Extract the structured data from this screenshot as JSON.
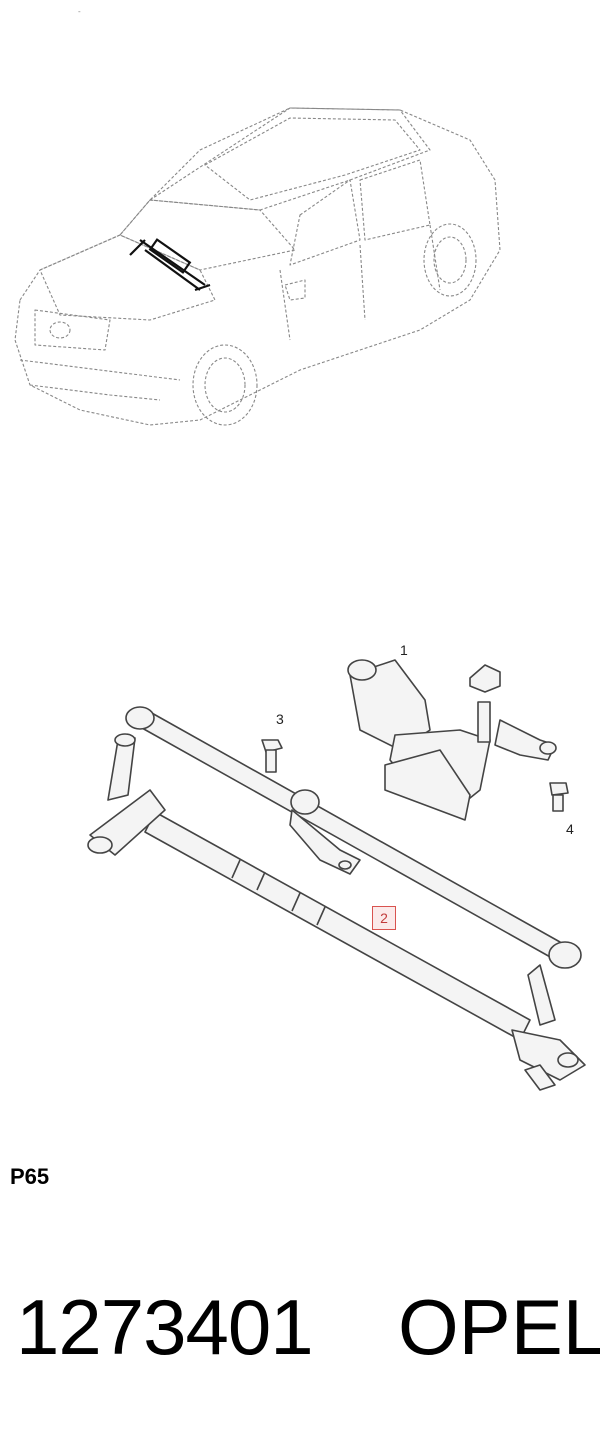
{
  "diagram": {
    "callouts": {
      "c1": "1",
      "c2": "2",
      "c3": "3",
      "c4": "4"
    },
    "page_code": "P65"
  },
  "footer": {
    "part_number": "1273401",
    "brand": "OPEL"
  },
  "colors": {
    "line": "#555555",
    "highlight_border": "#d9534f",
    "highlight_fill": "#fbeaea",
    "highlight_text": "#c23b3b"
  }
}
